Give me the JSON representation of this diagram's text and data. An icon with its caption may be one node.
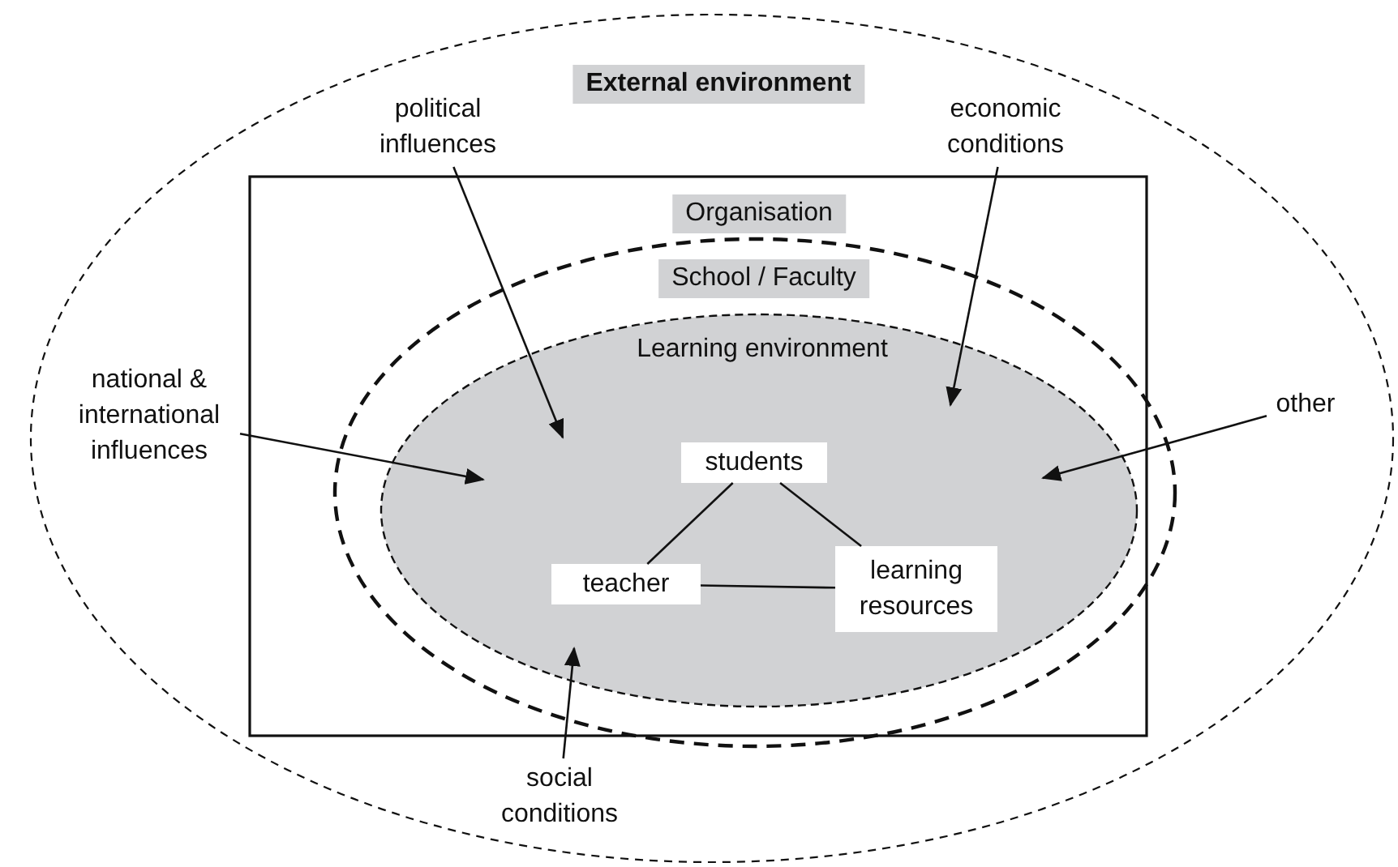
{
  "diagram": {
    "nodes": [
      {
        "text": [
          "External environment"
        ]
      },
      {
        "text": [
          "Organisation"
        ],
        "in": 0
      },
      {
        "text": [
          "School / Faculty"
        ],
        "in": 1
      },
      {
        "text": [
          "Learning environment"
        ],
        "in": 2
      },
      {
        "text": [
          "students"
        ],
        "in": 3
      },
      {
        "text": [
          "teacher"
        ],
        "in": 3
      },
      {
        "text": [
          "learning resources"
        ],
        "in": 3
      },
      {
        "text": [
          "political influences"
        ],
        "in": 0
      },
      {
        "text": [
          "economic conditions"
        ],
        "in": 0
      },
      {
        "text": [
          "national & international influences"
        ],
        "in": 0
      },
      {
        "text": [
          "other"
        ],
        "in": 0
      },
      {
        "text": [
          "social conditions"
        ],
        "in": 0
      }
    ],
    "edges": [
      {
        "from": 7,
        "to": 3,
        "arrow": "to"
      },
      {
        "from": 8,
        "to": 3,
        "arrow": "to"
      },
      {
        "from": 9,
        "to": 3,
        "arrow": "to"
      },
      {
        "from": 10,
        "to": 3,
        "arrow": "to"
      },
      {
        "from": 11,
        "to": 3,
        "arrow": "to"
      },
      {
        "from": 4,
        "to": 5,
        "arrow": "none"
      },
      {
        "from": 4,
        "to": 6,
        "arrow": "none"
      },
      {
        "from": 5,
        "to": 6,
        "arrow": "none"
      }
    ]
  }
}
